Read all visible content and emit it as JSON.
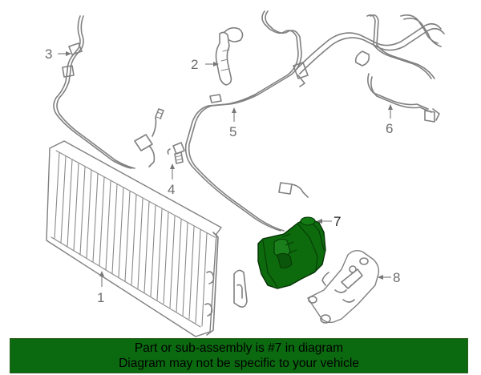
{
  "colors": {
    "highlight": "#0d6b0d",
    "highlight_dark": "#083f08",
    "line_art": "#808080",
    "banner_bg": "#0b6a10",
    "callout_text": "#6e6e6e"
  },
  "callouts": [
    {
      "id": "1",
      "label": "1"
    },
    {
      "id": "2",
      "label": "2"
    },
    {
      "id": "3",
      "label": "3"
    },
    {
      "id": "4",
      "label": "4"
    },
    {
      "id": "5",
      "label": "5"
    },
    {
      "id": "6",
      "label": "6"
    },
    {
      "id": "7",
      "label": "7"
    },
    {
      "id": "8",
      "label": "8"
    }
  ],
  "banner": {
    "line1": "Part or sub-assembly is #7 in diagram",
    "line2": "Diagram may not be specific to your vehicle"
  }
}
